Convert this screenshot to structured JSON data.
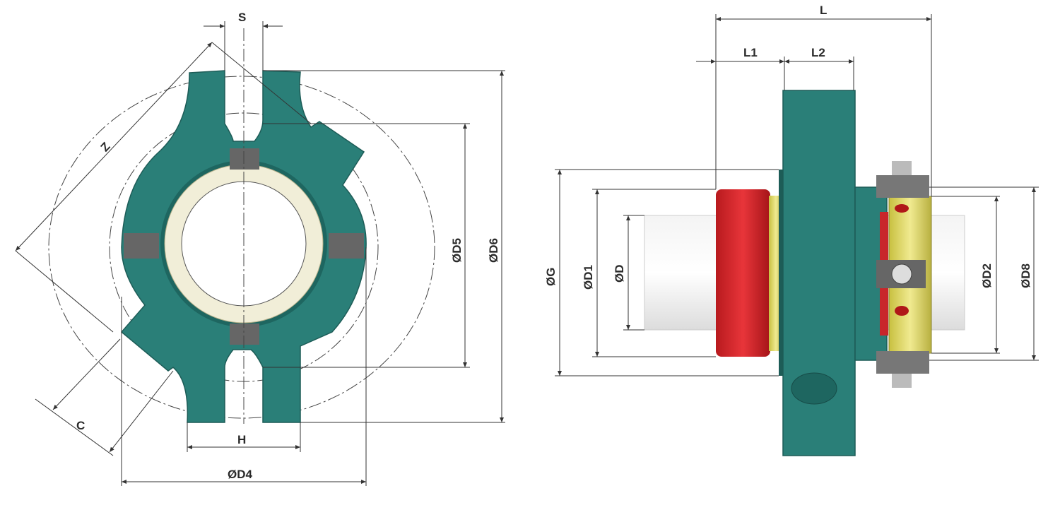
{
  "front_view": {
    "labels": {
      "s": "S",
      "z": "Z",
      "c": "C",
      "h": "H",
      "d4": "ØD4",
      "d5": "ØD5",
      "d6": "ØD6"
    }
  },
  "side_view": {
    "labels": {
      "l": "L",
      "l1": "L1",
      "l2": "L2",
      "g": "ØG",
      "d1": "ØD1",
      "d": "ØD",
      "d2": "ØD2",
      "d8": "ØD8"
    }
  },
  "colors": {
    "body": "#2a7f78",
    "ring": "#d8262b",
    "collar": "#e8e070",
    "face": "#f1eed8"
  }
}
